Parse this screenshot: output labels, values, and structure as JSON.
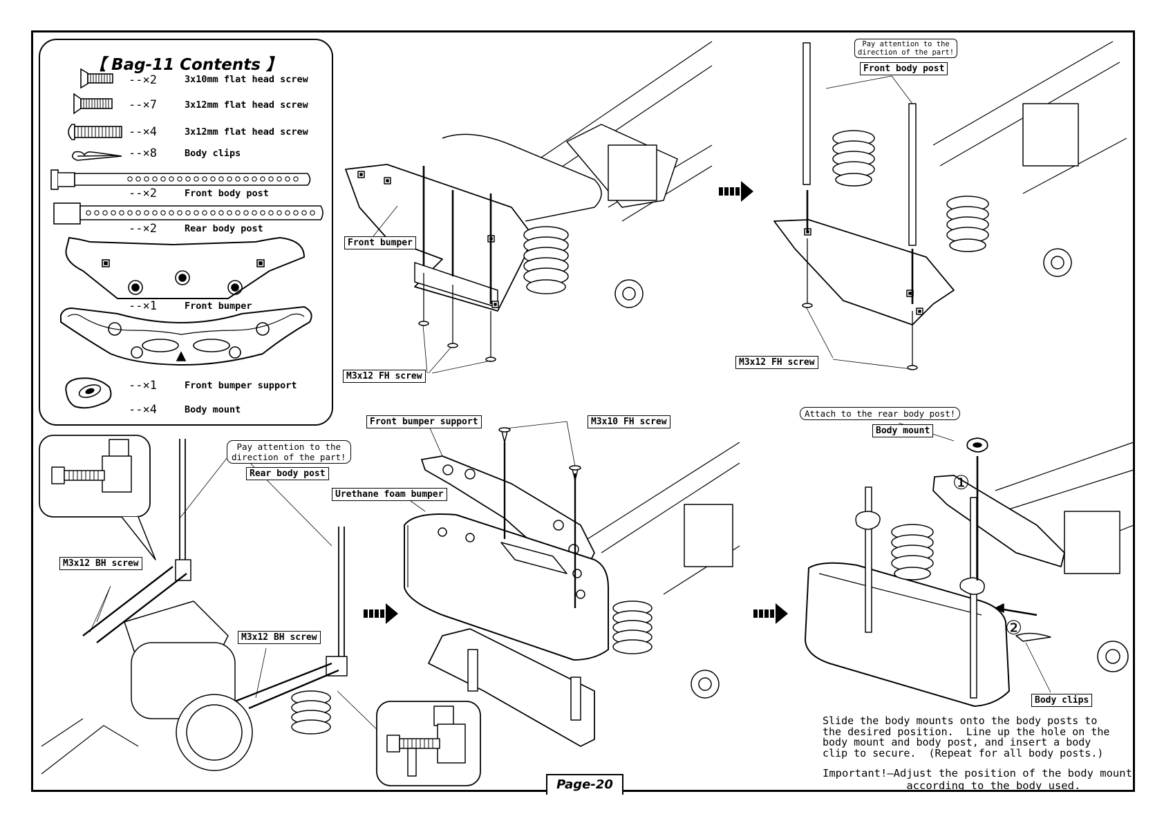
{
  "bag": {
    "title": "【 Bag-11 Contents 】",
    "items": [
      {
        "qty": "--×2",
        "name": "3x10mm flat head screw",
        "icon": "flat-head-screw-icon"
      },
      {
        "qty": "--×7",
        "name": "3x12mm flat head screw",
        "icon": "flat-head-screw-icon"
      },
      {
        "qty": "--×4",
        "name": "3x12mm flat head screw",
        "icon": "button-head-screw-icon"
      },
      {
        "qty": "--×8",
        "name": "Body clips",
        "icon": "body-clip-icon"
      },
      {
        "qty": "--×2",
        "name": "Front body post",
        "icon": "front-body-post-icon"
      },
      {
        "qty": "--×2",
        "name": "Rear body post",
        "icon": "rear-body-post-icon"
      },
      {
        "qty": "--×1",
        "name": "Front bumper",
        "icon": "front-bumper-icon"
      },
      {
        "qty": "--×1",
        "name": "Front bumper support",
        "icon": "front-bumper-support-icon"
      },
      {
        "qty": "--×4",
        "name": "Body mount",
        "icon": "body-mount-icon"
      }
    ]
  },
  "step1": {
    "front_bumper": "Front bumper",
    "screw": "M3x12 FH screw"
  },
  "step2": {
    "note": "Pay attention to the\ndirection of the part!",
    "front_body_post": "Front body post",
    "screw": "M3x12 FH screw"
  },
  "step3": {
    "screw_a": "M3x12 BH screw",
    "screw_b": "M3x12 BH screw",
    "note": "Pay attention to the\ndirection of the part!",
    "rear_body_post": "Rear body post"
  },
  "step4": {
    "support": "Front bumper support",
    "screw": "M3x10 FH screw",
    "foam": "Urethane foam bumper"
  },
  "step5": {
    "note": "Attach to the rear body post!",
    "body_mount": "Body mount",
    "step_one": "①",
    "step_two": "②",
    "body_clips": "Body clips"
  },
  "instructions": "Slide the body mounts onto the body posts to\nthe desired position.  Line up the hole on the\nbody mount and body post, and insert a body\nclip to secure.  (Repeat for all body posts.)",
  "important": "Important!—Adjust the position of the body mount\n             according to the body used.",
  "page": "Page-20"
}
